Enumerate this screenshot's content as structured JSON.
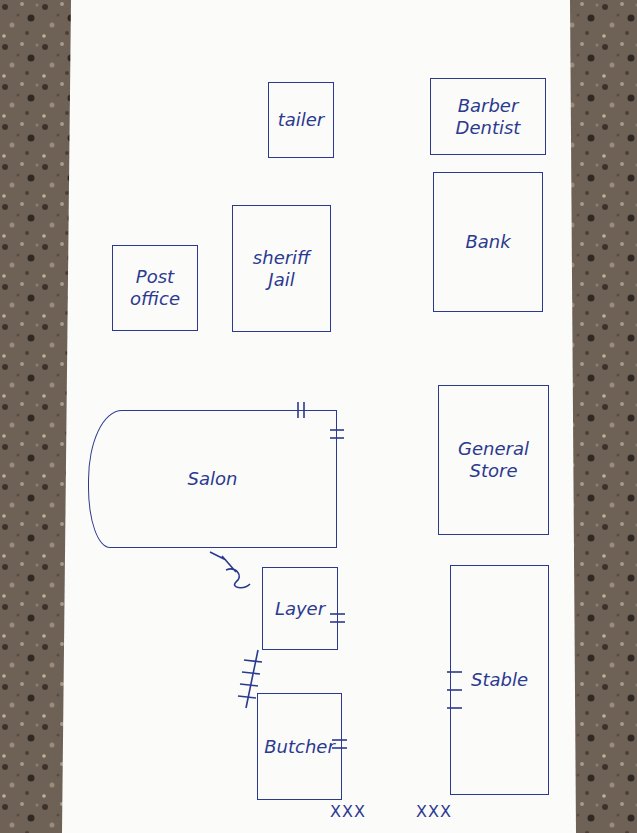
{
  "diagram": {
    "nodes": [
      {
        "text": [
          "tailer"
        ]
      },
      {
        "text": [
          "Barber Dentist"
        ]
      },
      {
        "text": [
          "Post office"
        ]
      },
      {
        "text": [
          "sheriff Jail"
        ]
      },
      {
        "text": [
          "Bank"
        ]
      },
      {
        "text": [
          "Salon"
        ]
      },
      {
        "text": [
          "General Store"
        ]
      },
      {
        "text": [
          "Layer"
        ]
      },
      {
        "text": [
          "Butcher"
        ]
      },
      {
        "text": [
          "Stable"
        ]
      }
    ],
    "edges": [],
    "labels": [
      "XXX",
      "XXX"
    ]
  }
}
